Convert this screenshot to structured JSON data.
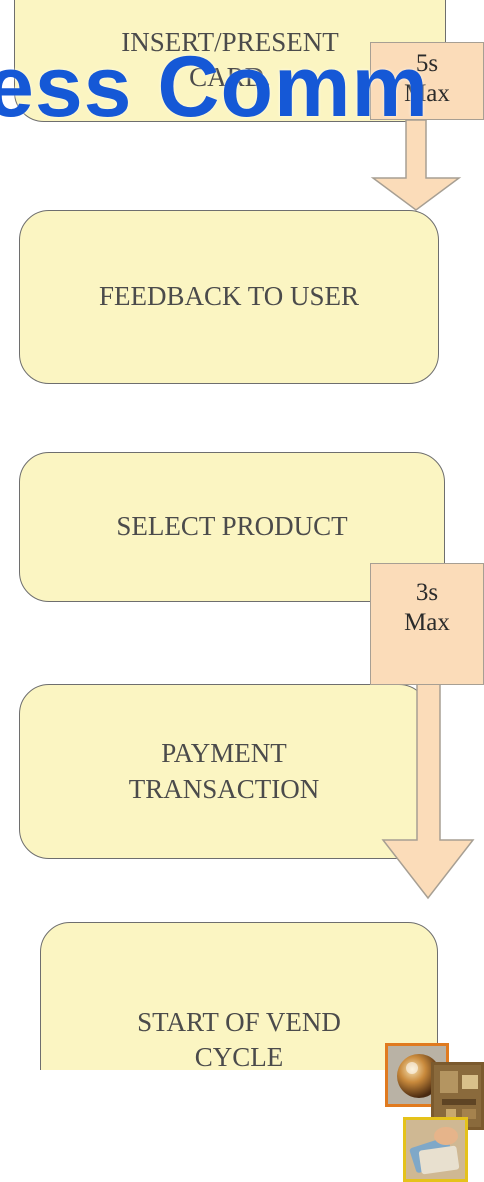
{
  "banner": {
    "text": "ess Comm"
  },
  "steps": [
    {
      "id": "insert",
      "lines": [
        "INSERT/PRESENT",
        "CARD."
      ]
    },
    {
      "id": "feedback",
      "lines": [
        "FEEDBACK TO USER"
      ]
    },
    {
      "id": "select",
      "lines": [
        "SELECT PRODUCT"
      ]
    },
    {
      "id": "payment",
      "lines": [
        "PAYMENT",
        "TRANSACTION"
      ]
    },
    {
      "id": "vend",
      "lines": [
        "START OF VEND",
        "CYCLE"
      ]
    }
  ],
  "timers": [
    {
      "value": "5s",
      "unit": "Max"
    },
    {
      "value": "3s",
      "unit": "Max"
    }
  ],
  "thumbnails": [
    {
      "name": "globe-photo-thumbnail"
    },
    {
      "name": "circuit-board-thumbnail"
    },
    {
      "name": "card-payment-thumbnail"
    }
  ],
  "colors": {
    "step_fill": "#fbf5c2",
    "step_border": "#6e6e6e",
    "timer_fill": "#fbdcb9",
    "arrow_fill": "#fbdcb9",
    "banner_text": "#1558d6"
  }
}
